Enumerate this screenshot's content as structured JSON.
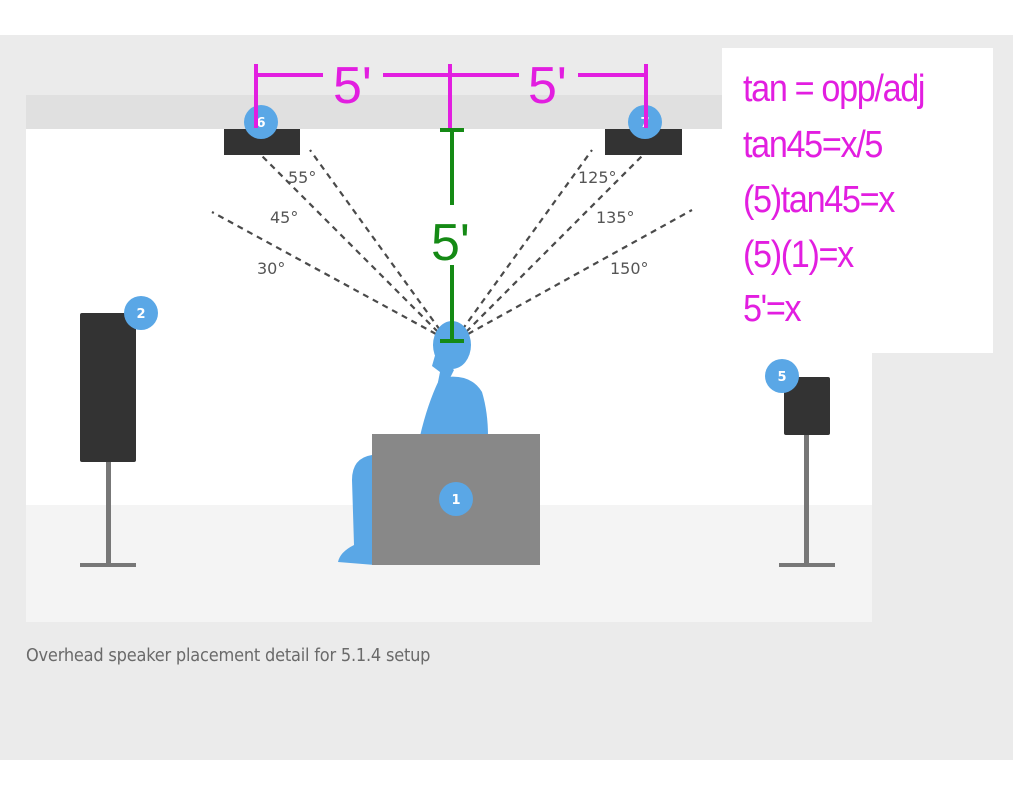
{
  "figure": {
    "caption": "Overhead speaker placement detail for 5.1.4 setup",
    "colors": {
      "speaker": "#333333",
      "badge": "#5aa7e6",
      "listener": "#5aa7e6",
      "seat": "#888888",
      "annotation_magenta": "#e21ee0",
      "annotation_green": "#158a15"
    },
    "speakers": [
      {
        "id": "1",
        "type": "seat-listening-position"
      },
      {
        "id": "2",
        "type": "floorstanding-left"
      },
      {
        "id": "5",
        "type": "surround-right"
      },
      {
        "id": "6",
        "type": "overhead-front"
      },
      {
        "id": "7",
        "type": "overhead-rear"
      }
    ],
    "angles": {
      "front": [
        "55°",
        "45°",
        "30°"
      ],
      "rear": [
        "125°",
        "135°",
        "150°"
      ]
    }
  },
  "annotations": {
    "horizontal_left": "5'",
    "horizontal_right": "5'",
    "vertical": "5'",
    "note_lines": [
      "tan = opp/adj",
      "tan45=x/5",
      "(5)tan45=x",
      "(5)(1)=x",
      "5'=x"
    ]
  }
}
